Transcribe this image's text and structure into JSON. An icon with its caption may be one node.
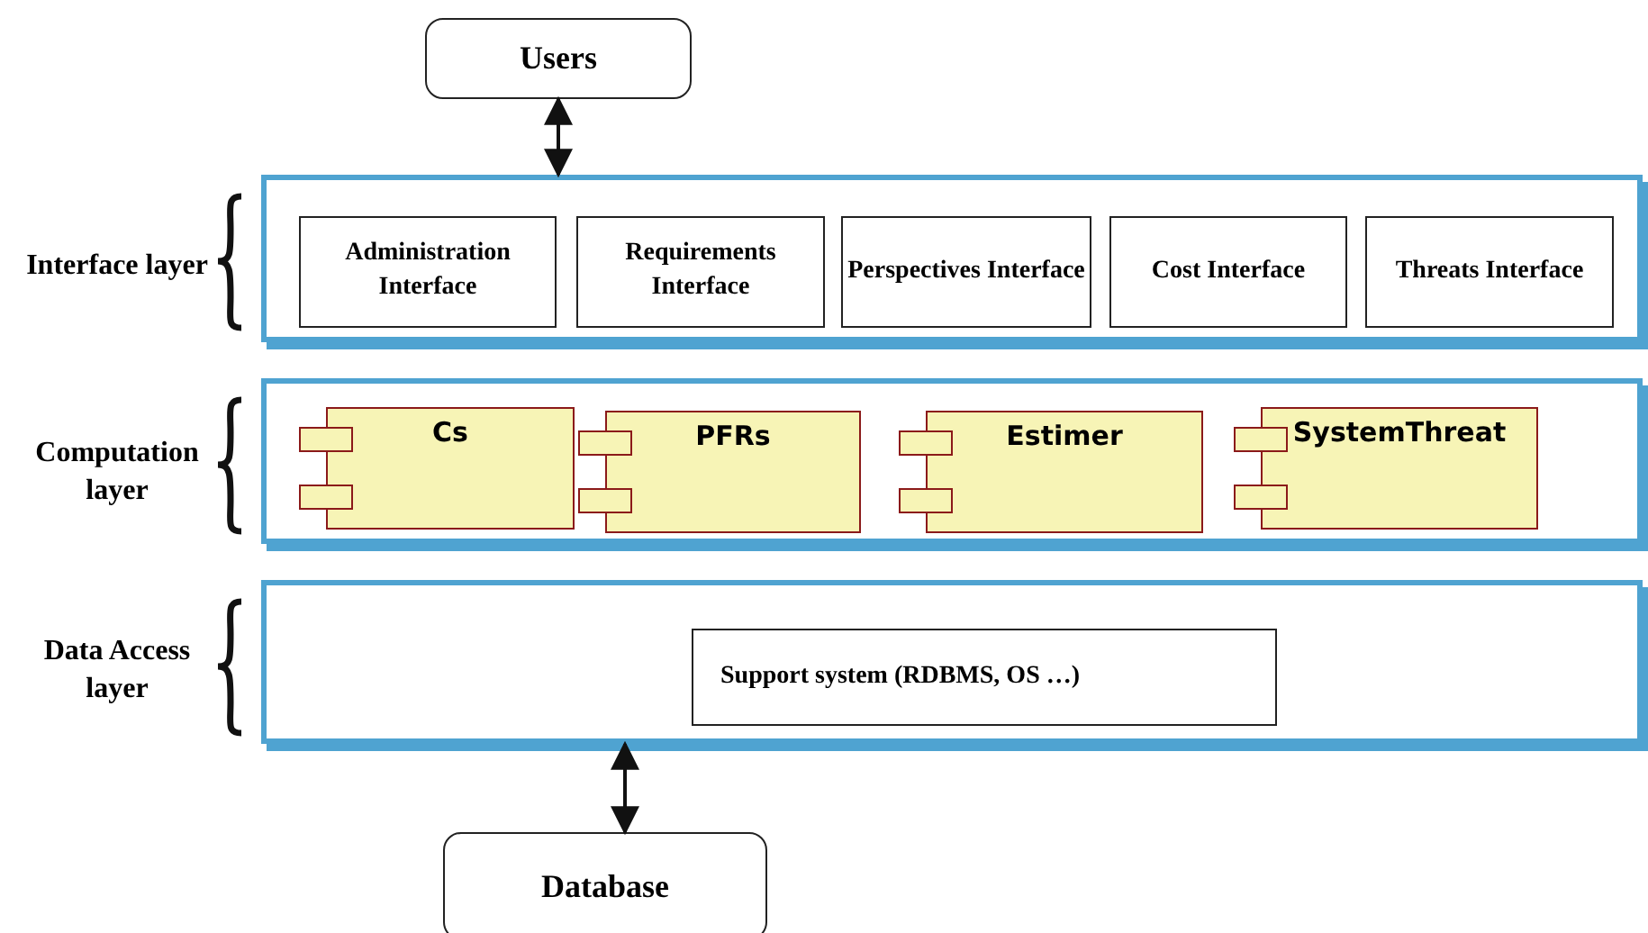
{
  "diagram": {
    "nodes": [
      {
        "text": [
          "Users"
        ]
      },
      {
        "text": [
          "Interface layer"
        ]
      },
      {
        "text": [
          "Administration Interface"
        ],
        "in": 1
      },
      {
        "text": [
          "Requirements Interface"
        ],
        "in": 1
      },
      {
        "text": [
          "Perspectives Interface"
        ],
        "in": 1
      },
      {
        "text": [
          "Cost Interface"
        ],
        "in": 1
      },
      {
        "text": [
          "Threats Interface"
        ],
        "in": 1
      },
      {
        "text": [
          "Computation layer"
        ]
      },
      {
        "text": [
          "Cs"
        ],
        "in": 7
      },
      {
        "text": [
          "PFRs"
        ],
        "in": 7
      },
      {
        "text": [
          "Estimer"
        ],
        "in": 7
      },
      {
        "text": [
          "SystemThreat"
        ],
        "in": 7
      },
      {
        "text": [
          "Data Access layer"
        ]
      },
      {
        "text": [
          "Support system (RDBMS, OS …)"
        ],
        "in": 12
      },
      {
        "text": [
          "Database"
        ]
      }
    ],
    "edges": [
      {
        "from": 0,
        "to": 1,
        "arrow": "both"
      },
      {
        "from": 12,
        "to": 14,
        "arrow": "both"
      }
    ]
  }
}
